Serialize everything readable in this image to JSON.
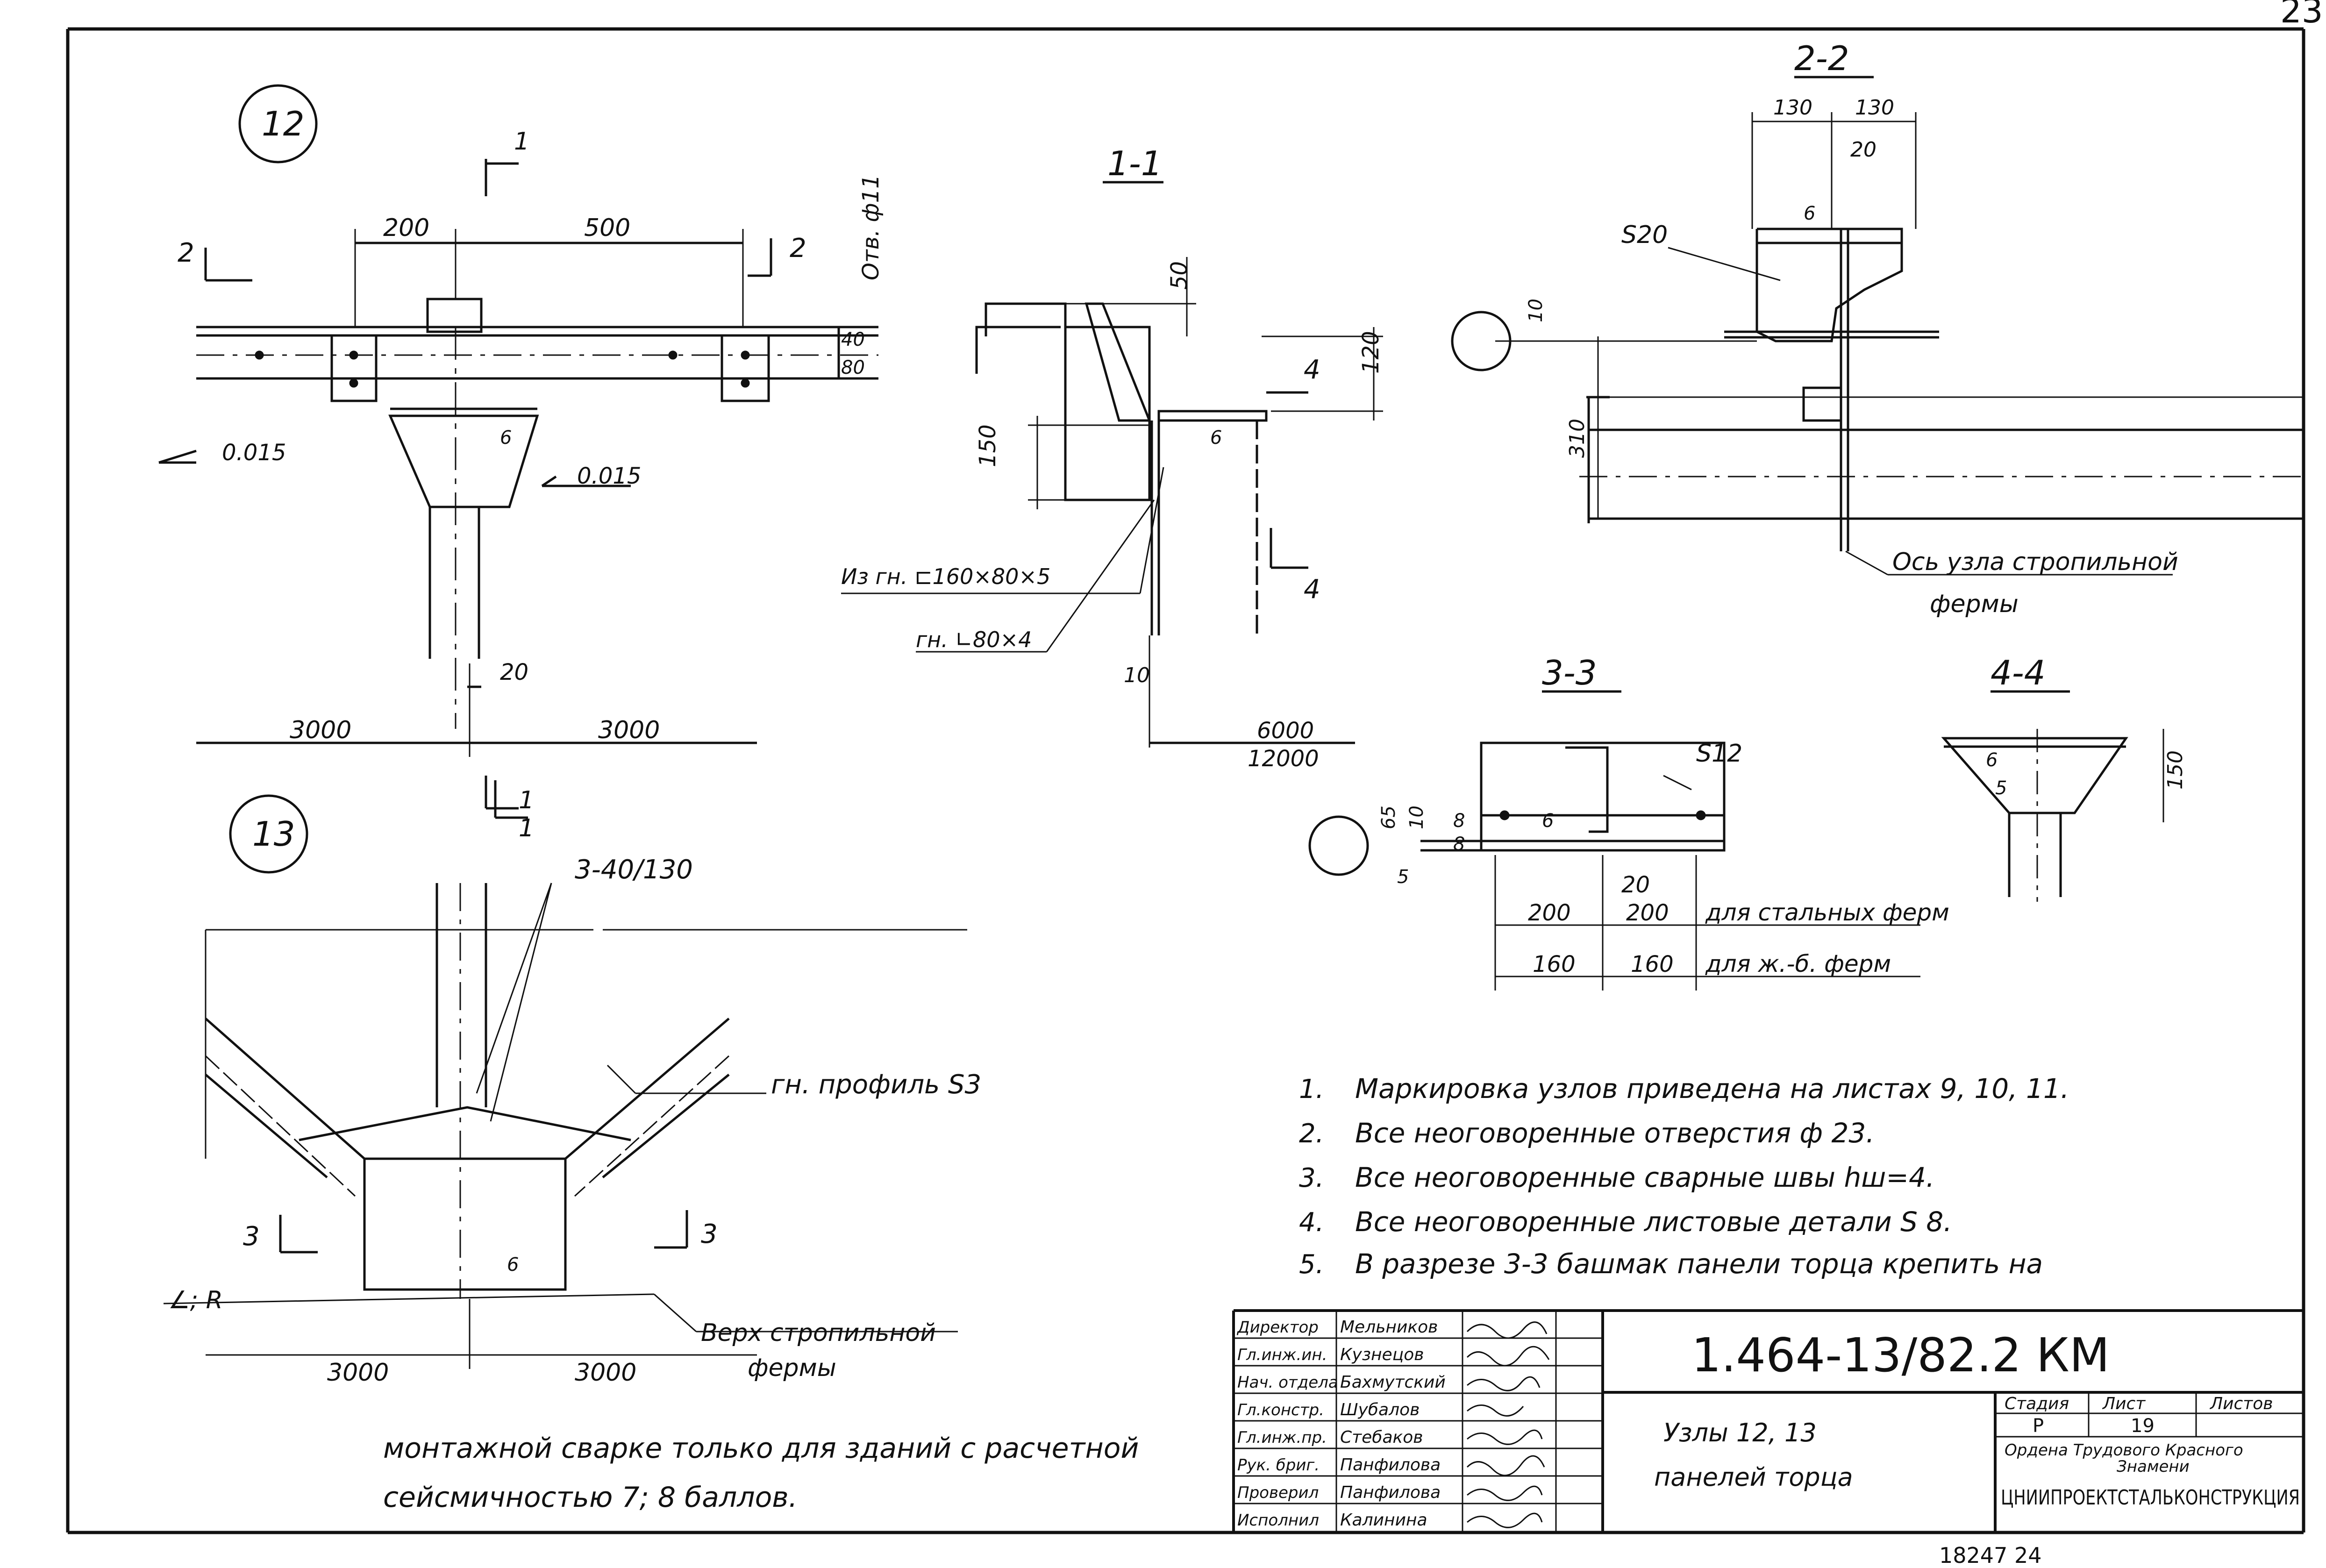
{
  "page_number": "23",
  "footer_code": "18247   24",
  "node12": {
    "label": "12",
    "dim_200": "200",
    "dim_500": "500",
    "dim_80": "80",
    "dim_40": "40",
    "hole_note": "Отв. ф11",
    "slope_left": "0.015",
    "slope_right": "0.015",
    "weld6": "6",
    "dim_20": "20",
    "dim_3000_left": "3000",
    "dim_3000_right": "3000",
    "cut1_top": "1",
    "cut1_bottom": "1",
    "cut2_left": "2",
    "cut2_right": "2"
  },
  "section11": {
    "title": "1-1",
    "dim_50": "50",
    "dim_120": "120",
    "dim_150": "150",
    "weld6": "6",
    "callout_channel": "Из гн. ⊏160×80×5",
    "callout_angle": "гн. ∟80×4",
    "dim_10": "10",
    "dim_6000": "6000",
    "dim_12000": "12000",
    "cut4_top": "4",
    "cut4_bottom": "4"
  },
  "section22": {
    "title": "2-2",
    "dim_130_left": "130",
    "dim_130_right": "130",
    "dim_20": "20",
    "plate": "S20",
    "weld6": "6",
    "dim_10": "10",
    "dim_310": "310",
    "axis_note_line1": "Ось узла стропильной",
    "axis_note_line2": "фермы"
  },
  "section33": {
    "title": "3-3",
    "plate": "S12",
    "dim_65": "65",
    "dim_10": "10",
    "dim_8a": "8",
    "dim_8b": "8",
    "dim_5": "5",
    "weld6": "6",
    "dim_20": "20",
    "row1": [
      "200",
      "200",
      "для стальных ферм"
    ],
    "row2": [
      "160",
      "160",
      "для ж.-б. ферм"
    ]
  },
  "section44": {
    "title": "4-4",
    "dim_150": "150",
    "weld6": "6",
    "weld5": "5"
  },
  "node13": {
    "label": "13",
    "weld_note": "3-40/130",
    "profile_note": "гн. профиль S3",
    "slope": "∠; R",
    "weld6": "6",
    "cut3_left": "3",
    "cut3_right": "3",
    "top_truss_line1": "Верх стропильной",
    "top_truss_line2": "фермы",
    "dim_3000_left": "3000",
    "dim_3000_right": "3000",
    "cut1_top": "1",
    "cut1_bottom": "1"
  },
  "notes": [
    {
      "n": "1.",
      "text": "Маркировка узлов приведена на листах 9, 10, 11."
    },
    {
      "n": "2.",
      "text": "Все неоговоренные отверстия ф 23."
    },
    {
      "n": "3.",
      "text": "Все неоговоренные сварные швы hш=4."
    },
    {
      "n": "4.",
      "text": "Все неоговоренные листовые детали S 8."
    },
    {
      "n": "5.",
      "text": "В разрезе 3-3 башмак панели торца крепить на"
    }
  ],
  "note5_continued": [
    "монтажной сварке только для зданий с расчетной",
    "сейсмичностью 7; 8 баллов."
  ],
  "stamp": {
    "doc_code": "1.464-13/82.2 КМ",
    "title_line1": "Узлы 12, 13",
    "title_line2": "панелей торца",
    "stage_label": "Стадия",
    "sheet_label": "Лист",
    "sheets_label": "Листов",
    "stage": "Р",
    "sheet": "19",
    "sheets": "",
    "org_line1": "Ордена Трудового Красного",
    "org_line2": "Знамени",
    "org_name": "ЦНИИПРОЕКТСТАЛЬКОНСТРУКЦИЯ",
    "roles": [
      {
        "role": "Директор",
        "name": "Мельников"
      },
      {
        "role": "Гл.инж.ин.",
        "name": "Кузнецов"
      },
      {
        "role": "Нач. отдела",
        "name": "Бахмутский"
      },
      {
        "role": "Гл.констр.",
        "name": "Шубалов"
      },
      {
        "role": "Гл.инж.пр.",
        "name": "Стебаков"
      },
      {
        "role": "Рук. бриг.",
        "name": "Панфилова"
      },
      {
        "role": "Проверил",
        "name": "Панфилова"
      },
      {
        "role": "Исполнил",
        "name": "Калинина"
      }
    ]
  }
}
